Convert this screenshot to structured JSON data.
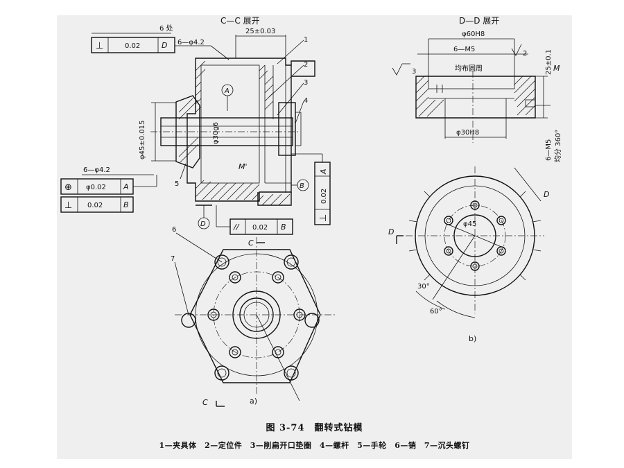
{
  "figure": {
    "title": "图 3-74　翻转式钻模",
    "legend": "1—夹具体　2—定位件　3—削扁开口垫圈　4—螺杆　5—手轮　6—销　7—沉头螺钉",
    "sub_a": "a)",
    "sub_b": "b)"
  },
  "view_a": {
    "section_title": "C—C 展开",
    "dim_top": "25±0.03",
    "count_6": "6 处",
    "hole_spec_top": "6—φ4.2",
    "frame_top": {
      "symbol": "⊥",
      "tol": "0.02",
      "datum": "D"
    },
    "dia_30": "φ30g6",
    "dim_45": "φ45±0.015",
    "hole_spec_left": "6—φ4.2",
    "frame_left_pos": {
      "symbol": "⊕",
      "tol": "φ0.02",
      "datum": "A"
    },
    "frame_left_perp": {
      "symbol": "⊥",
      "tol": "0.02",
      "datum": "B"
    },
    "frame_right": {
      "symbol": "⊥",
      "tol": "0.02",
      "datum": "A"
    },
    "frame_bottom": {
      "symbol": "//",
      "tol": "0.02",
      "datum": "B"
    },
    "datum_A": "A",
    "datum_B": "B",
    "datum_D": "D",
    "label_M_prime": "M'",
    "parts": [
      "1",
      "2",
      "3",
      "4",
      "5",
      "6",
      "7"
    ],
    "cut_C_top": "C",
    "cut_C_bottom": "C"
  },
  "view_b": {
    "section_title": "D—D 展开",
    "dia_60": "φ60H8",
    "thread": "6—M5",
    "note": "均布圆周",
    "dia_30": "φ30H8",
    "rough_3": "3",
    "rough_2": "2",
    "dim_25": "25±0.1",
    "label_M": "M",
    "side_note_1": "6—M5",
    "side_note_2": "均分 360°",
    "dia_45": "φ45",
    "angle_30": "30°",
    "angle_60": "60°",
    "cut_D_right": "D",
    "cut_D_left": "D"
  }
}
